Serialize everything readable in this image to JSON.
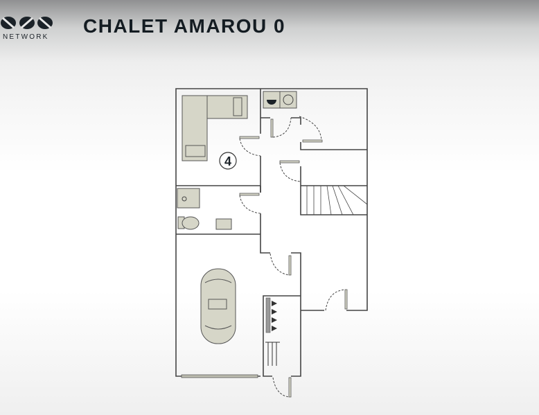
{
  "logo": {
    "text": "NETWORK"
  },
  "title": "CHALET AMAROU 0",
  "plan": {
    "room_label": "4",
    "colors": {
      "wall": "#444444",
      "furniture": "#d6d6c8",
      "title": "#141c22"
    }
  }
}
